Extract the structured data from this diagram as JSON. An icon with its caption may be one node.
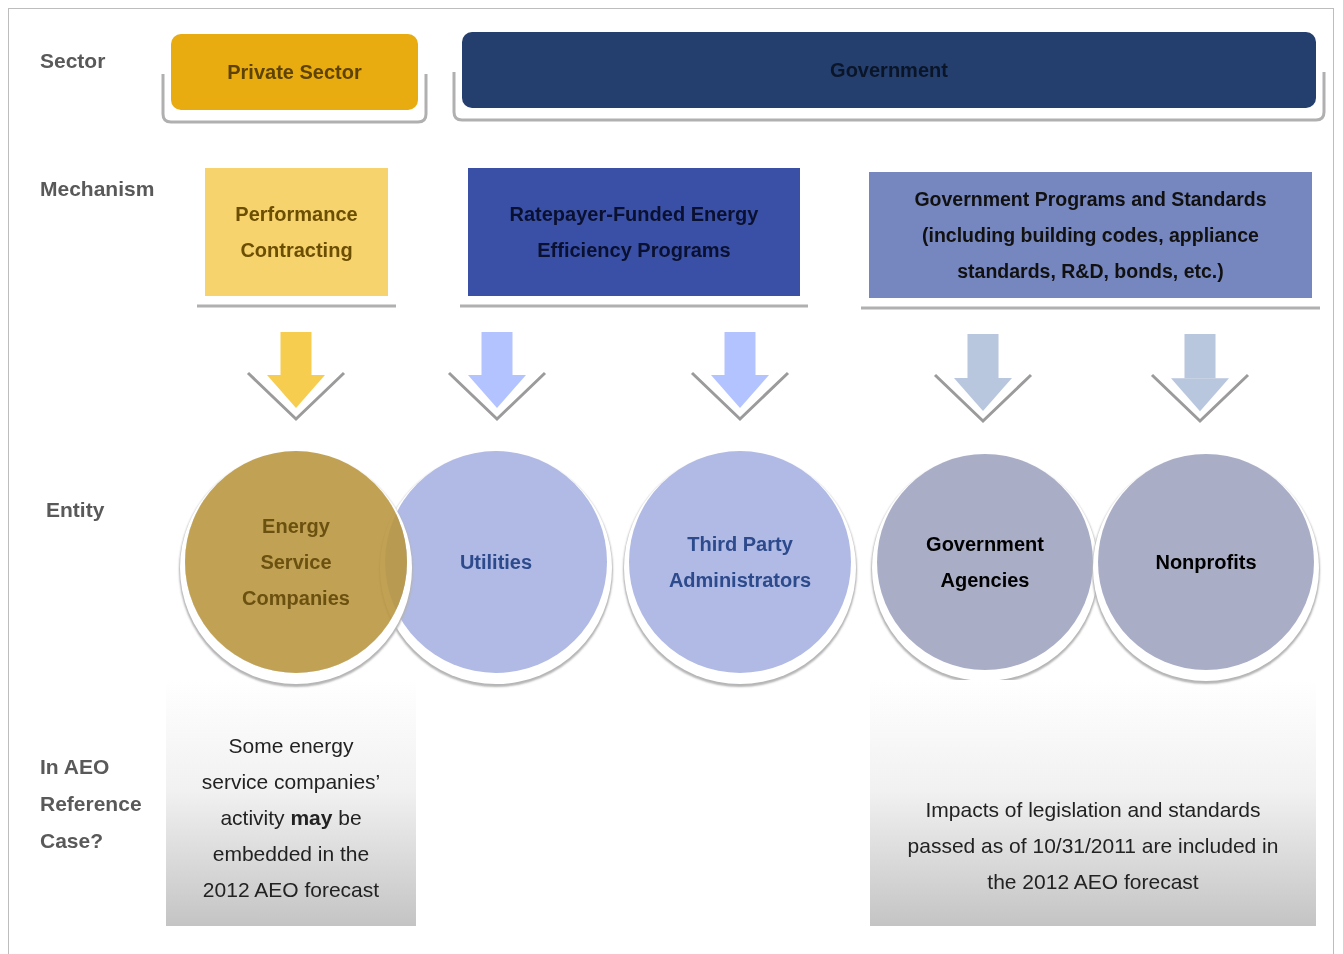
{
  "diagram": {
    "nodes": [
      {
        "text": [
          "Private Sector"
        ]
      },
      {
        "text": [
          "Government"
        ]
      },
      {
        "text": [
          "Performance Contracting"
        ]
      },
      {
        "text": [
          "Ratepayer-Funded Energy Efficiency Programs"
        ]
      },
      {
        "text": [
          "Government Programs and Standards (including building codes, appliance standards, R&D, bonds, etc.)"
        ]
      },
      {
        "text": [
          "Energy Service Companies"
        ]
      },
      {
        "text": [
          "Utilities"
        ]
      },
      {
        "text": [
          "Third Party Administrators"
        ]
      },
      {
        "text": [
          "Government Agencies"
        ]
      },
      {
        "text": [
          "Nonprofits"
        ]
      },
      {
        "text": [
          "Some energy service companies’ activity **may** be embedded in the 2012 AEO forecast"
        ]
      },
      {
        "text": [
          "Impacts of legislation and standards passed as of 10/31/2011 are included in the 2012 AEO forecast"
        ]
      }
    ],
    "edges": [
      {
        "from": 2,
        "to": 5,
        "arrow": "to",
        "color": "#f7cd50"
      },
      {
        "from": 3,
        "to": 6,
        "arrow": "to",
        "color": "#b3c3ff"
      },
      {
        "from": 3,
        "to": 7,
        "arrow": "to",
        "color": "#b3c3ff"
      },
      {
        "from": 4,
        "to": 8,
        "arrow": "to",
        "color": "#b8c6de"
      },
      {
        "from": 4,
        "to": 9,
        "arrow": "to",
        "color": "#b8c6de"
      }
    ],
    "labels": [
      "Sector",
      "Mechanism",
      "Entity",
      "In AEO Reference Case?"
    ]
  }
}
